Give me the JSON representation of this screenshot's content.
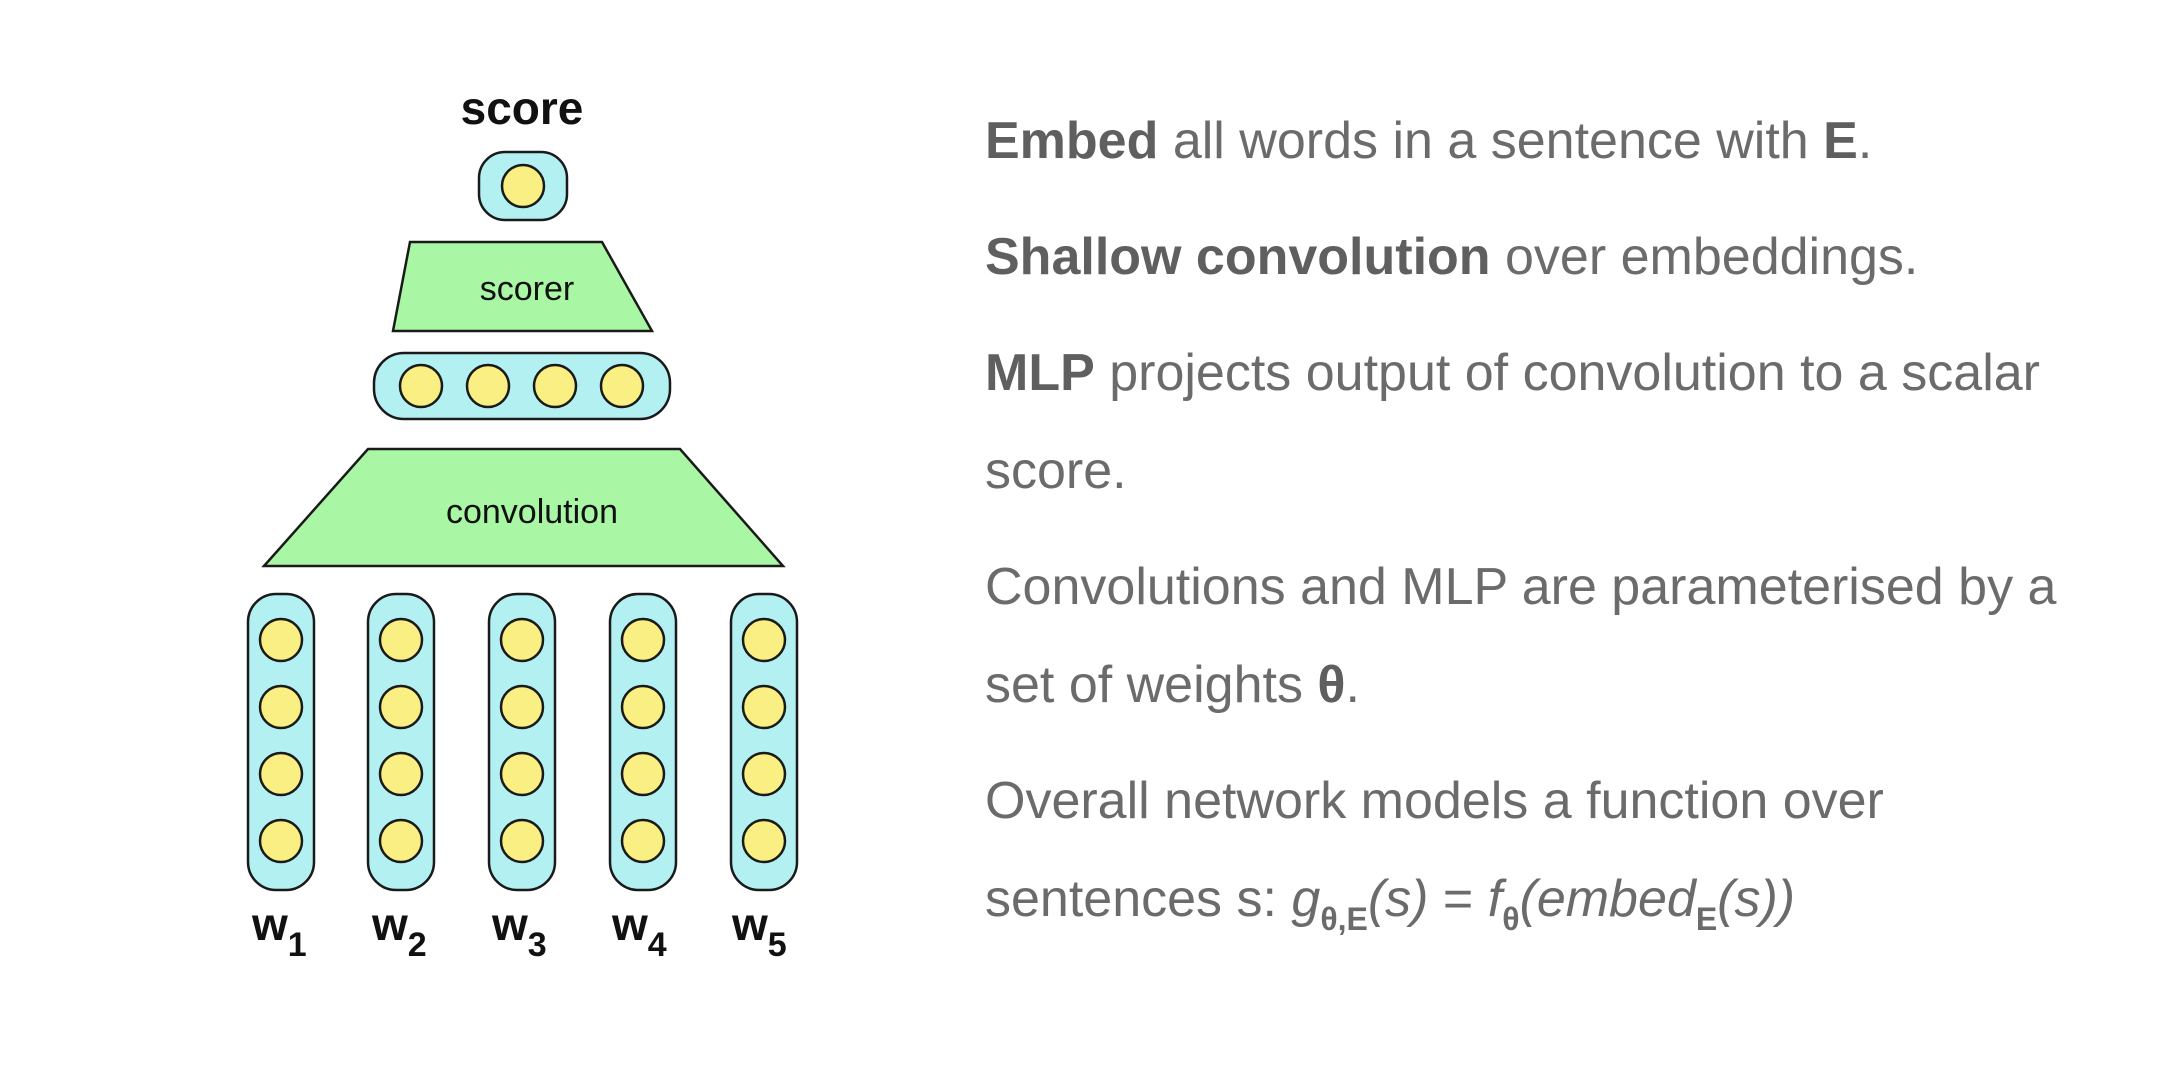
{
  "diagram": {
    "top_label": "score",
    "scorer_label": "scorer",
    "convolution_label": "convolution",
    "word_letter": "w",
    "word_subscripts": [
      "1",
      "2",
      "3",
      "4",
      "5"
    ],
    "colors": {
      "cell_fill": "#b3f0f2",
      "node_fill": "#f9ef82",
      "trap_fill": "#a9f7a5",
      "stroke": "#1a1a1a"
    }
  },
  "text": {
    "p1": {
      "b1": "Embed",
      "t1": " all words in a sentence with ",
      "b2": "E",
      "t2": "."
    },
    "p2": {
      "b1": "Shallow convolution",
      "t1": " over embeddings."
    },
    "p3": {
      "b1": "MLP",
      "t1": " projects output of convolution to a scalar score."
    },
    "p4": {
      "t1": "Convolutions and MLP are parameterised by a set of weights ",
      "b1": "θ",
      "t2": "."
    },
    "p5": {
      "t1": "Overall network models a function over sentences s: ",
      "g": "g",
      "g_sub": "θ,E",
      "s1": "(s)",
      "eq": " = ",
      "f": "f",
      "f_sub": "θ",
      "embed": "(embed",
      "embed_sub": "E",
      "tail": "(s))"
    }
  }
}
